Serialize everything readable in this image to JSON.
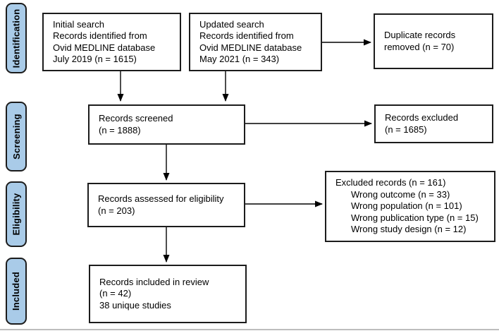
{
  "figure": {
    "type": "prisma-flow-diagram",
    "stages": [
      {
        "id": "identification",
        "label": "Identification"
      },
      {
        "id": "screening",
        "label": "Screening"
      },
      {
        "id": "eligibility",
        "label": "Eligibility"
      },
      {
        "id": "included",
        "label": "Included"
      }
    ],
    "boxes": {
      "initial_search": {
        "lines": [
          "Initial search",
          "Records identified from",
          "Ovid MEDLINE database",
          "July 2019 (n = 1615)"
        ]
      },
      "updated_search": {
        "lines": [
          "Updated search",
          "Records identified from",
          "Ovid MEDLINE database",
          "May 2021 (n = 343)"
        ]
      },
      "duplicate_records_removed": {
        "lines": [
          "Duplicate records",
          "removed (n = 70)"
        ]
      },
      "records_screened": {
        "lines": [
          "Records screened",
          "(n = 1888)"
        ]
      },
      "records_excluded": {
        "lines": [
          "Records excluded",
          "(n = 1685)"
        ]
      },
      "records_assessed": {
        "lines": [
          "Records assessed for eligibility",
          "(n = 203)"
        ]
      },
      "excluded_records": {
        "title": "Excluded records (n = 161)",
        "reasons": [
          "Wrong outcome (n = 33)",
          "Wrong population (n = 101)",
          "Wrong publication type (n = 15)",
          "Wrong study design (n = 12)"
        ]
      },
      "records_included": {
        "lines": [
          "Records included in review",
          "(n = 42)",
          "38 unique studies"
        ]
      }
    },
    "colors": {
      "stage_fill": "#a9cbe8",
      "box_border": "#1c1c1c",
      "arrow": "#000000",
      "background": "#ffffff"
    }
  }
}
